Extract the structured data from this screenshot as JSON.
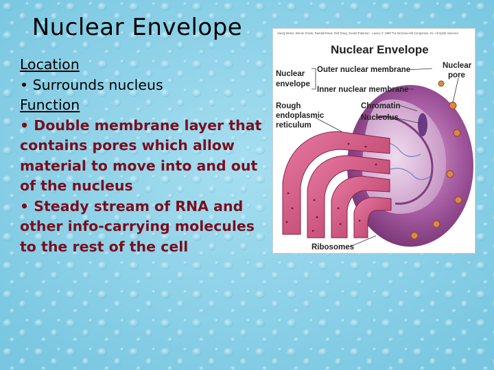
{
  "slide": {
    "title": "Nuclear Envelope",
    "location_heading": "Location",
    "location_bullet": "• Surrounds nucleus",
    "function_heading": "Function",
    "function_bullets": [
      "• Double membrane layer that contains pores which allow material to move into and out of the nucleus",
      "• Steady stream of RNA and other info-carrying molecules to the rest of the cell"
    ]
  },
  "figure": {
    "credit": "Sandy Morse, Bernie Cheek, Randall Rowe, Rolf Doug, Gerald Paterson · Lavery © 1998 The McGraw-Hill Companies, Inc. All rights reserved",
    "title": "Nuclear Envelope",
    "labels": {
      "nuclear_envelope_1": "Nuclear",
      "nuclear_envelope_2": "envelope",
      "outer_membrane": "Outer nuclear membrane",
      "inner_membrane": "Inner nuclear membrane",
      "nuclear_pore_1": "Nuclear",
      "nuclear_pore_2": "pore",
      "rough_er_1": "Rough",
      "rough_er_2": "endoplasmic",
      "rough_er_3": "reticulum",
      "chromatin": "Chromatin",
      "nucleolus": "Nucleolus",
      "ribosomes": "Ribosomes"
    }
  },
  "colors": {
    "background": "#8fd3ea",
    "bullet_text": "#7a0e1e",
    "envelope_purple": "#a3589f",
    "er_pink": "#d0487a"
  }
}
